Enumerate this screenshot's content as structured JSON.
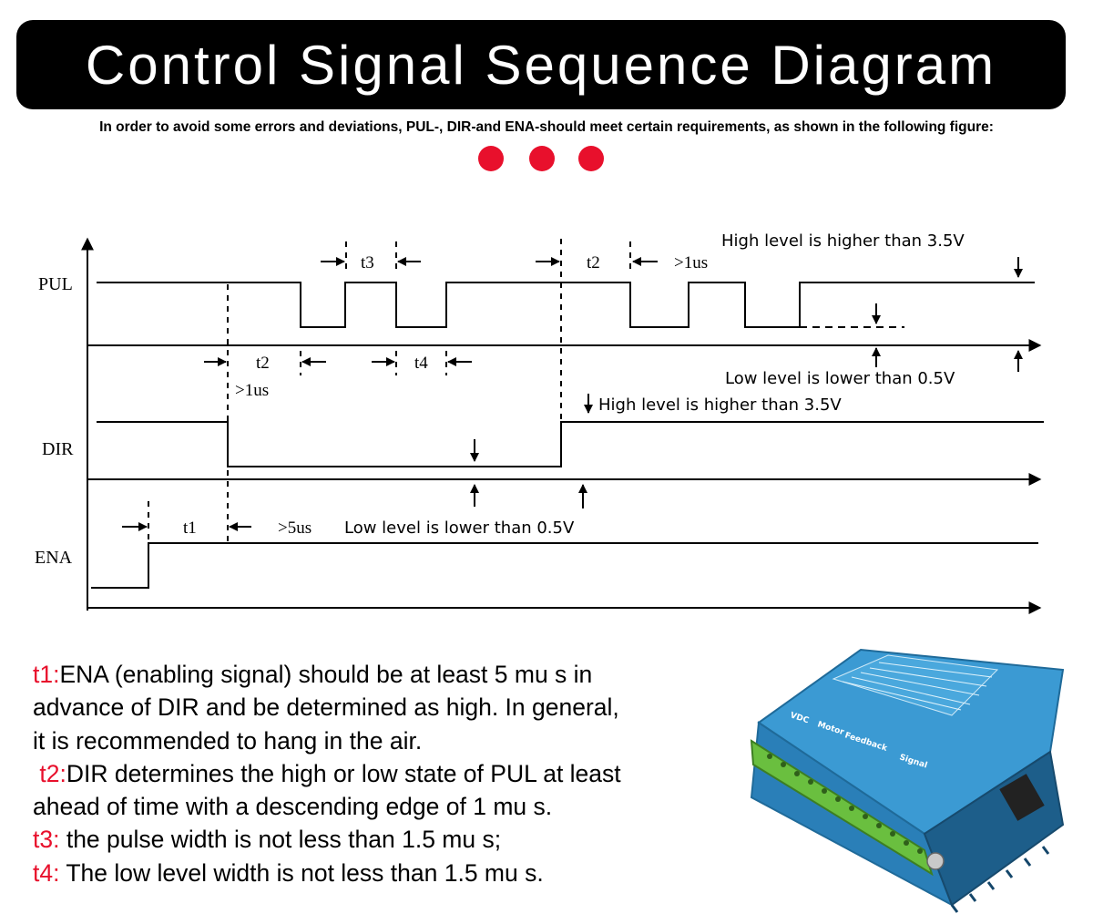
{
  "title": "Control Signal Sequence Diagram",
  "subtitle": "In order to avoid some errors and deviations, PUL-, DIR-and ENA-should meet certain requirements, as shown in the following figure:",
  "colors": {
    "accent": "#e8102c",
    "title_bg": "#000000",
    "title_text": "#ffffff",
    "product_blue": "#2f8fc9",
    "terminal_green": "#6abf3f"
  },
  "diagram": {
    "signals": [
      "PUL",
      "DIR",
      "ENA"
    ],
    "labels": {
      "t1": "t1",
      "t2": "t2",
      "t3": "t3",
      "t4": "t4",
      "gt1us": ">1us",
      "gt5us": ">5us",
      "high_level": "High level is higher than 3.5V",
      "low_level": "Low level is lower than 0.5V"
    }
  },
  "notes": [
    {
      "tag": "t1:",
      "text": "ENA (enabling signal) should be at least 5 mu s in"
    },
    {
      "tag": "",
      "text": "advance of DIR and be determined as high. In general,"
    },
    {
      "tag": "",
      "text": "it is recommended to hang in the air."
    },
    {
      "tag": " t2:",
      "text": "DIR determines the high or low state of PUL at least"
    },
    {
      "tag": "",
      "text": "ahead of time with a descending edge of 1 mu s."
    },
    {
      "tag": "t3:",
      "text": " the pulse width is not less than 1.5 mu s;"
    },
    {
      "tag": "t4:",
      "text": " The low level width is not less than 1.5 mu s."
    }
  ],
  "product": {
    "header_vdc": "VDC",
    "header_motor": "Motor",
    "header_feedback": "Feedback",
    "header_signal": "Signal"
  }
}
